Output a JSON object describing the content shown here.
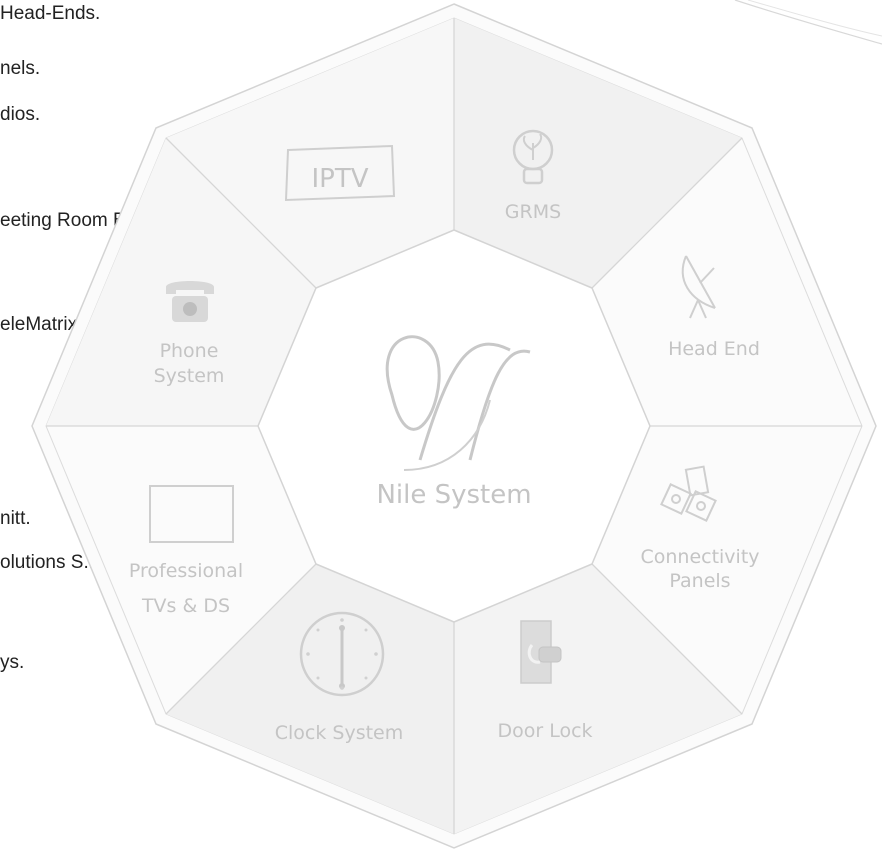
{
  "left_text": [
    "Head-Ends.",
    "nels.",
    "dios.",
    "eeting Room Booking solution",
    "eleMatrix).",
    "nitt.",
    "olutions S.L.",
    "ys."
  ],
  "diagram": {
    "center_label": "Nile System",
    "segments": [
      {
        "id": "iptv",
        "label": "IPTV",
        "icon": "tv-screen-icon"
      },
      {
        "id": "grms",
        "label": "GRMS",
        "icon": "lightbulb-leaf-icon"
      },
      {
        "id": "head-end",
        "label": "Head End",
        "icon": "satellite-dish-icon"
      },
      {
        "id": "connectivity",
        "label_lines": [
          "Connectivity",
          "Panels"
        ],
        "icon": "connectivity-panels-icon"
      },
      {
        "id": "door-lock",
        "label": "Door Lock",
        "icon": "door-lock-icon"
      },
      {
        "id": "clock",
        "label": "Clock System",
        "icon": "clock-icon"
      },
      {
        "id": "tvs-ds",
        "label_lines": [
          "Professional",
          "TVs & DS"
        ],
        "icon": "tv-monitor-icon"
      },
      {
        "id": "phone",
        "label_lines": [
          "Phone",
          "System"
        ],
        "icon": "telephone-icon"
      }
    ]
  },
  "colors": {
    "text": "#222222",
    "outline": "#d4d4d4",
    "label": "#c4c4c4",
    "shade": "#f2f2f2"
  }
}
